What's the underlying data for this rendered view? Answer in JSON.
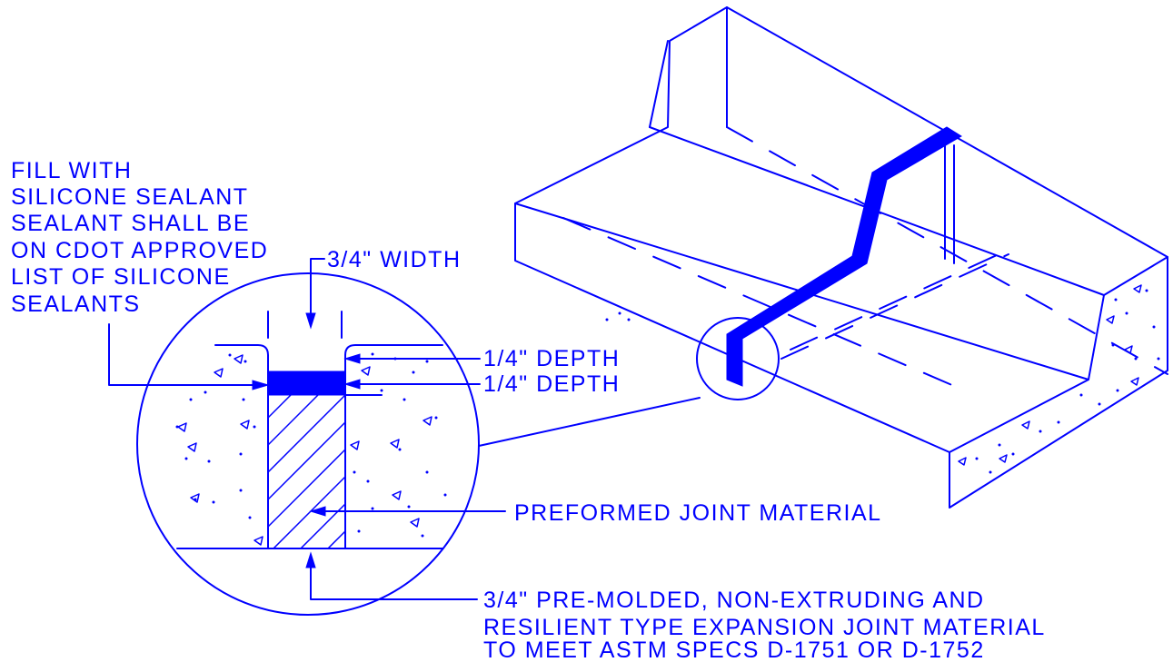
{
  "labels": {
    "fill_note": [
      "FILL WITH",
      "SILICONE SEALANT",
      "SEALANT SHALL BE",
      "ON CDOT APPROVED",
      "LIST OF SILICONE",
      "SEALANTS"
    ],
    "width": "3/4\" WIDTH",
    "depth_top": "1/4\" DEPTH",
    "depth_bottom": "1/4\" DEPTH",
    "preformed": "PREFORMED JOINT MATERIAL",
    "spec_note": [
      "3/4\" PRE-MOLDED, NON-EXTRUDING AND",
      "RESILIENT TYPE EXPANSION JOINT MATERIAL",
      "TO MEET ASTM SPECS D-1751 OR D-1752"
    ]
  },
  "colors": {
    "ink": "#0000ff",
    "background": "#ffffff"
  }
}
